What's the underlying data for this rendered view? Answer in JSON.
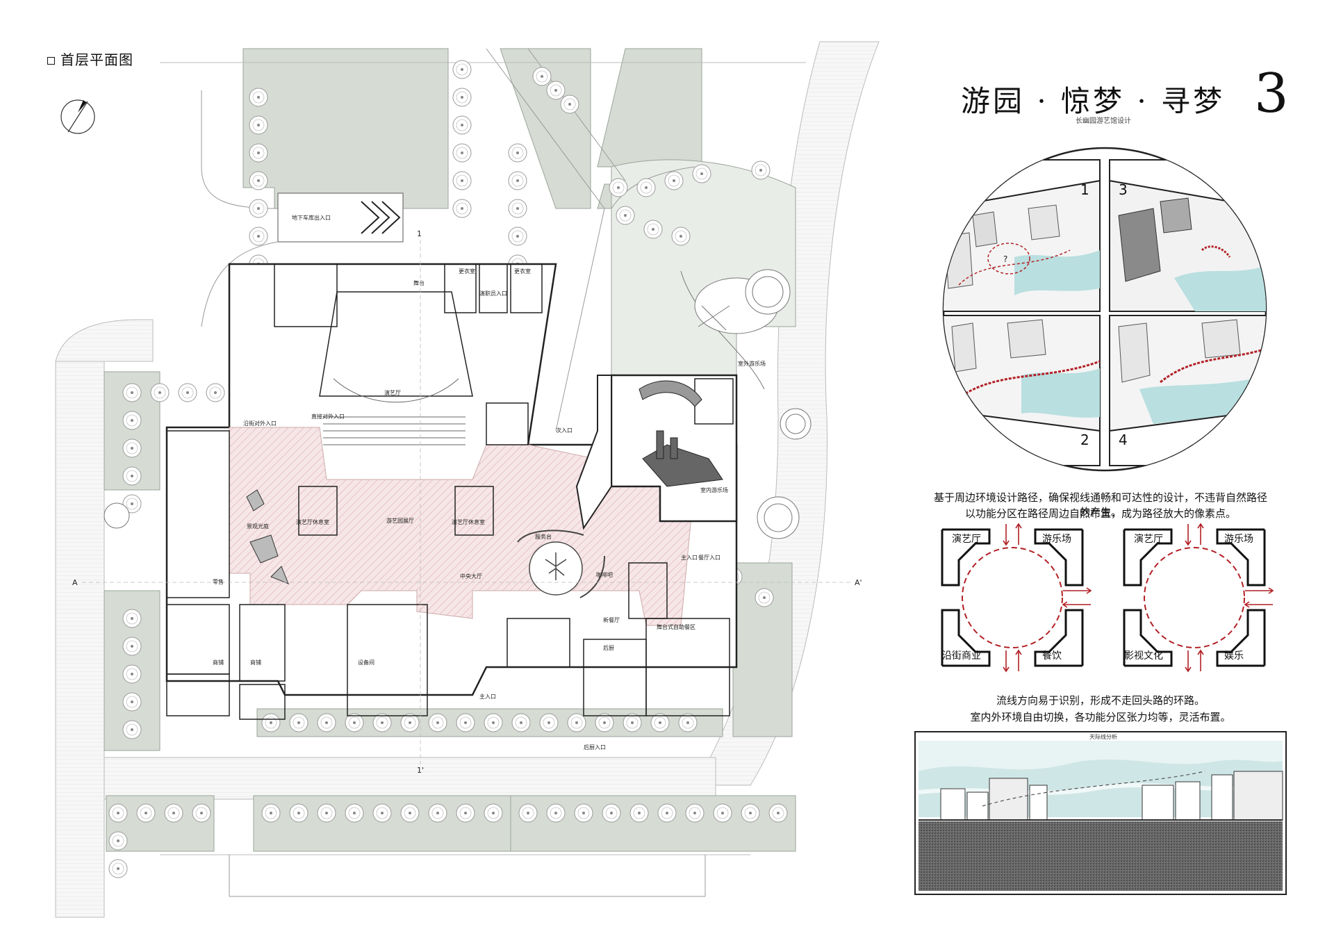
{
  "plan": {
    "title": "首层平面图",
    "labels": {
      "underground_entry": "地下车库出入口",
      "performance_hall": "演艺厅",
      "central_hall": "中央大厅",
      "gallery": "游艺园展厅",
      "lounge_left": "演艺厅休息室",
      "lounge_right": "演艺厅休息室",
      "indoor_playground": "室内游乐场",
      "outdoor_playground": "室外游乐场",
      "main_entry_right": "主入口",
      "main_entry_bottom": "主入口",
      "secondary_entry": "次入口",
      "direct_entry": "直接对外入口",
      "street_entry": "沿街对外入口",
      "restaurant_entry": "餐厅入口",
      "back_entry": "后厨入口",
      "dance_restaurant": "舞台式自助餐区",
      "kitchen": "后厨",
      "cafe": "咖啡吧",
      "service_desk": "服务台",
      "shop": "零售",
      "shop2": "商铺",
      "shop3": "商铺",
      "new_restaurant": "新餐厅",
      "storage": "设备间",
      "dressing1": "更衣室",
      "dressing2": "更衣室",
      "rehearsal": "演职员入口",
      "stage": "舞台",
      "landscape": "景观光庭",
      "grid_1": "1",
      "grid_1p": "1'",
      "grid_A": "A",
      "grid_Ap": "A'"
    }
  },
  "brand": {
    "title": "游园 · 惊梦 · 寻梦",
    "subtitle": "长幽园游艺馆设计",
    "number": "3"
  },
  "panels": {
    "nums": [
      "1",
      "3",
      "2",
      "4"
    ]
  },
  "text1": {
    "line1": "基于周边环境设计路径，确保视线通畅和可达性的设计，不违背自然路径的产生。",
    "line2": "以功能分区在路径周边自然布置，成为路径放大的像素点。"
  },
  "diagram_left": {
    "tl": "演艺厅",
    "tr": "游乐场",
    "bl": "沿街商业",
    "br": "餐饮"
  },
  "diagram_right": {
    "tl": "演艺厅",
    "tr": "游乐场",
    "bl": "影视文化",
    "br": "娱乐"
  },
  "text2": {
    "line1": "流线方向易于识别，形成不走回头路的环路。",
    "line2": "室内外环境自由切换，各功能分区张力均等，灵活布置。"
  },
  "skyline": {
    "title": "天际线分析"
  },
  "colors": {
    "green": "#d6dcd4",
    "pink": "#f3dfe0",
    "red": "#b21f24",
    "water": "#b9dfe0"
  }
}
